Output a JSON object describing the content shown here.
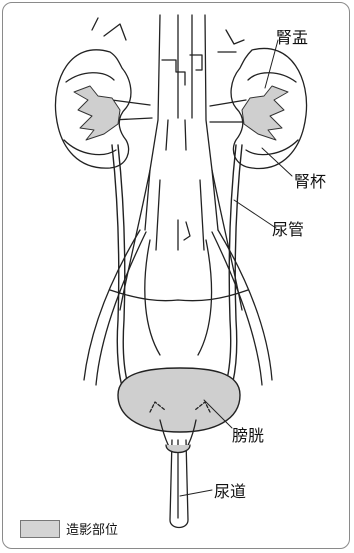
{
  "labels": {
    "renal_pelvis": "腎盂",
    "renal_calyx": "腎杯",
    "ureter": "尿管",
    "bladder": "膀胱",
    "urethra": "尿道"
  },
  "legend": {
    "text": "造影部位",
    "swatch_color": "#d4d4d4"
  },
  "colors": {
    "contrast_fill": "#cfcfcf",
    "line": "#222222"
  }
}
